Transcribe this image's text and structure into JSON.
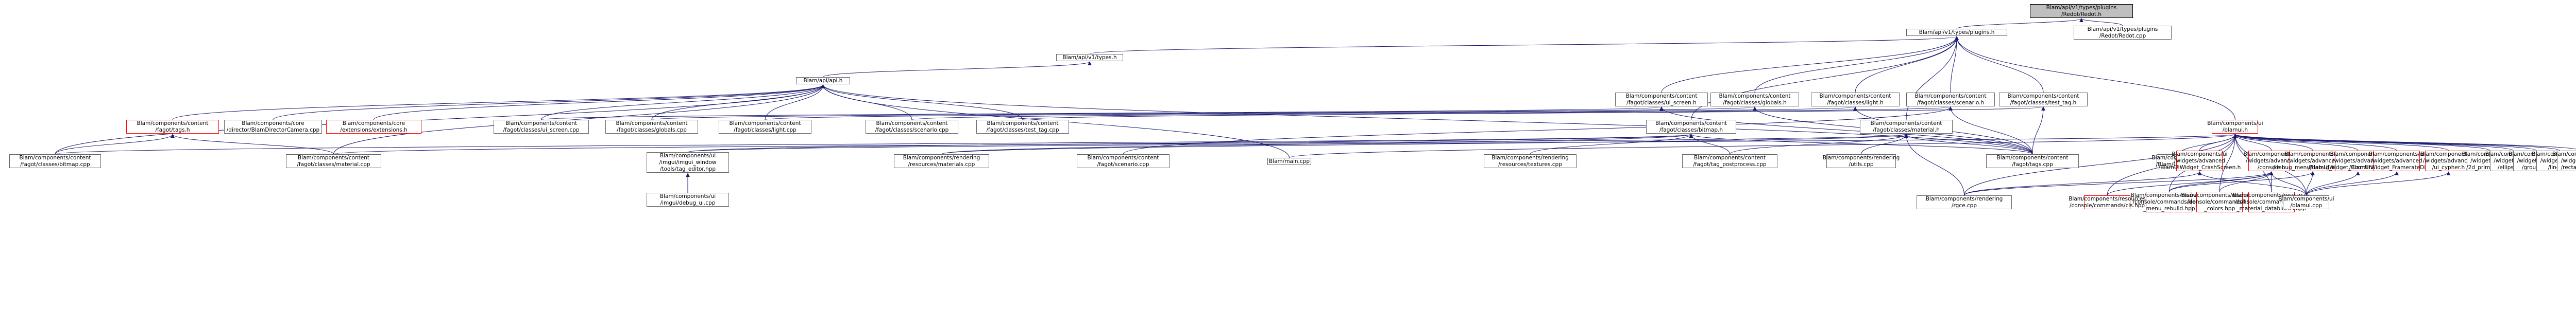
{
  "graph": {
    "root": {
      "lines": [
        "Blam/api/v1/types/plugins",
        "/Redot/Redot.h"
      ]
    },
    "nodes": [
      {
        "id": "plugins-h",
        "lines": [
          "Blam/api/v1/types/plugins.h"
        ]
      },
      {
        "id": "redot-cpp",
        "lines": [
          "Blam/api/v1/types/plugins",
          "/Redot/Redot.cpp"
        ]
      },
      {
        "id": "types-h",
        "lines": [
          "Blam/api/v1/types.h"
        ]
      },
      {
        "id": "api-h",
        "lines": [
          "Blam/api/api.h"
        ]
      },
      {
        "id": "ui-screen-h",
        "lines": [
          "Blam/components/content",
          "/fagot/classes/ui_screen.h"
        ]
      },
      {
        "id": "globals-h",
        "lines": [
          "Blam/components/content",
          "/fagot/classes/globals.h"
        ]
      },
      {
        "id": "light-h",
        "lines": [
          "Blam/components/content",
          "/fagot/classes/light.h"
        ]
      },
      {
        "id": "scenario-h",
        "lines": [
          "Blam/components/content",
          "/fagot/classes/scenario.h"
        ]
      },
      {
        "id": "test-tag-h",
        "lines": [
          "Blam/components/content",
          "/fagot/classes/test_tag.h"
        ]
      },
      {
        "id": "content-tags-h",
        "lines": [
          "Blam/components/content",
          "/fagot/tags.h"
        ]
      },
      {
        "id": "camera-cpp",
        "lines": [
          "Blam/components/core",
          "/director/BlamDirectorCamera.cpp"
        ]
      },
      {
        "id": "ext-core",
        "lines": [
          "Blam/components/core",
          "/extensions/extensions.h"
        ]
      },
      {
        "id": "ui-screen-cpp",
        "lines": [
          "Blam/components/content",
          "/fagot/classes/ui_screen.cpp"
        ]
      },
      {
        "id": "globals-cpp",
        "lines": [
          "Blam/components/content",
          "/fagot/classes/globals.cpp"
        ]
      },
      {
        "id": "light-cpp",
        "lines": [
          "Blam/components/content",
          "/fagot/classes/light.cpp"
        ]
      },
      {
        "id": "scenario-cpp",
        "lines": [
          "Blam/components/content",
          "/fagot/classes/scenario.cpp"
        ]
      },
      {
        "id": "test-tag-cpp",
        "lines": [
          "Blam/components/content",
          "/fagot/classes/test_tag.cpp"
        ]
      },
      {
        "id": "bitmap-h",
        "lines": [
          "Blam/components/content",
          "/fagot/classes/bitmap.h"
        ]
      },
      {
        "id": "material-h",
        "lines": [
          "Blam/components/content",
          "/fagot/classes/material.h"
        ]
      },
      {
        "id": "ui-blamui-h",
        "lines": [
          "Blam/components/ui",
          "/blamui.h"
        ]
      },
      {
        "id": "bitmap-cpp",
        "lines": [
          "Blam/components/content",
          "/fagot/classes/bitmap.cpp"
        ]
      },
      {
        "id": "material-cpp",
        "lines": [
          "Blam/components/content",
          "/fagot/classes/material.cpp"
        ]
      },
      {
        "id": "window-cpp",
        "lines": [
          "Blam/components/ui",
          "/imgui/imgui_window",
          "/tools/tag_editor.hpp"
        ]
      },
      {
        "id": "materials-cpp",
        "lines": [
          "Blam/components/rendering",
          "/resources/materials.cpp"
        ]
      },
      {
        "id": "scenario-tag-cpp",
        "lines": [
          "Blam/components/content",
          "/fagot/scenario.cpp"
        ]
      },
      {
        "id": "main-cpp",
        "lines": [
          "Blam/main.cpp"
        ]
      },
      {
        "id": "textures-cpp",
        "lines": [
          "Blam/components/rendering",
          "/resources/textures.cpp"
        ]
      },
      {
        "id": "tag-postprocess-cpp",
        "lines": [
          "Blam/components/content",
          "/fagot/tag_postprocess.cpp"
        ]
      },
      {
        "id": "utils-cpp",
        "lines": [
          "Blam/components/rendering",
          "/utils.cpp"
        ]
      },
      {
        "id": "fagot-tags-cpp",
        "lines": [
          "Blam/components/content",
          "/fagot/tags.cpp"
        ]
      },
      {
        "id": "blamwidget-h",
        "lines": [
          "Blam/components/ui",
          "/Blam/UIWidget.h"
        ]
      },
      {
        "id": "crash-h",
        "lines": [
          "Blam/components/ui",
          "/widgets/advanced",
          "/BlamUIWidget_CrashScreen.h"
        ]
      },
      {
        "id": "console-h",
        "lines": [
          "Blam/components/ui",
          "/widgets/advanced",
          "/console.h"
        ]
      },
      {
        "id": "debug-menu-h",
        "lines": [
          "Blam/components/ui",
          "/widgets/advanced",
          "/debug_menu/debug_menu.h"
        ]
      },
      {
        "id": "coords-h",
        "lines": [
          "Blam/components/ui",
          "/widgets/advanced",
          "/BlamUIWidget_CoordinatesDisplay.h"
        ]
      },
      {
        "id": "framerate-h",
        "lines": [
          "Blam/components/ui",
          "/widgets/advanced",
          "/BlamUIWidget_FramerateDisplay.h"
        ]
      },
      {
        "id": "cypher-h",
        "lines": [
          "Blam/components/ui",
          "/widgets/advanced",
          "/ui_cypher.h"
        ]
      },
      {
        "id": "primitive-cpp",
        "lines": [
          "Blam/components/ui",
          "/widgets/basic",
          "/2d_primitive.cpp"
        ]
      },
      {
        "id": "ellipse-cpp",
        "lines": [
          "Blam/components/ui",
          "/widgets/basic",
          "/ellipse.cpp"
        ]
      },
      {
        "id": "group-cpp",
        "lines": [
          "Blam/components/ui",
          "/widgets/basic",
          "/group.cpp"
        ]
      },
      {
        "id": "line-cpp",
        "lines": [
          "Blam/components/ui",
          "/widgets/basic",
          "/line.cpp"
        ]
      },
      {
        "id": "rectangle-cpp",
        "lines": [
          "Blam/components/ui",
          "/widgets/basic",
          "/rectangle.cpp"
        ]
      },
      {
        "id": "imgui-ui-cpp",
        "lines": [
          "Blam/components/ui",
          "/imgui/debug_ui.cpp"
        ]
      },
      {
        "id": "rgce-cpp",
        "lines": [
          "Blam/components/rendering",
          "/rgce.cpp"
        ]
      },
      {
        "id": "cls-hpp",
        "lines": [
          "Blam/components/resources",
          "/console/commands/cls.hpp"
        ]
      },
      {
        "id": "menu-rebuild-hpp",
        "lines": [
          "Blam/components/resources",
          "/console/commands/debug",
          "_menu_rebuild.hpp"
        ]
      },
      {
        "id": "colors-hpp",
        "lines": [
          "Blam/components/resources",
          "/console/commands/list",
          "_colors.hpp"
        ]
      },
      {
        "id": "reload-hpp",
        "lines": [
          "Blam/components/resources",
          "/console/commands/reload",
          "_material_datablocks.hpp"
        ]
      },
      {
        "id": "ui-cpp",
        "lines": [
          "Blam/components/ui",
          "/blamui.cpp"
        ]
      }
    ]
  }
}
